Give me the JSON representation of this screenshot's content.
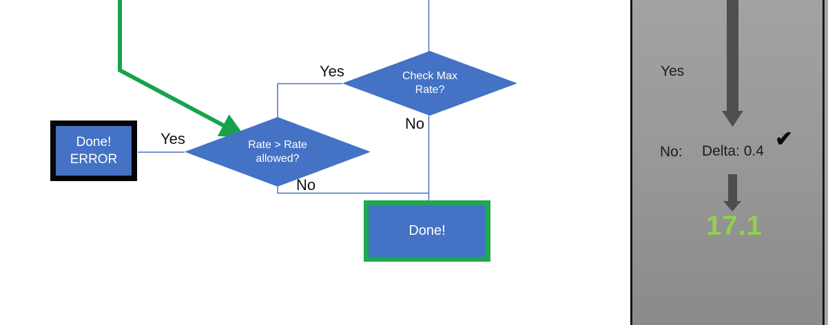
{
  "flowchart": {
    "check_max_diamond": {
      "line1": "Check Max",
      "line2": "Rate?"
    },
    "check_max_yes": "Yes",
    "check_max_no": "No",
    "rate_diamond": {
      "line1": "Rate > Rate",
      "line2": "allowed?"
    },
    "rate_yes": "Yes",
    "rate_no": "No",
    "done_error_box": {
      "line1": "Done!",
      "line2": "ERROR"
    },
    "done_box": {
      "label": "Done!"
    }
  },
  "side_panel": {
    "yes_label": "Yes",
    "no_label": "No:",
    "delta_text": "Delta: 0.4",
    "check_icon": "✔",
    "result_value": "17.1"
  },
  "colors": {
    "shape_blue": "#4472C4",
    "flow_green": "#18A24B",
    "done_border_green": "#1FA751",
    "result_green": "#92D050",
    "arrow_gray": "#4e4e4e",
    "panel_gray_top": "#a2a2a2",
    "panel_gray_bottom": "#8a8a8a"
  }
}
